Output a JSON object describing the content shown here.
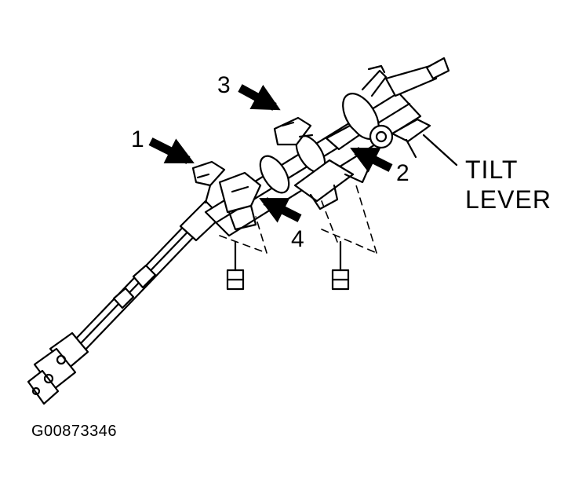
{
  "diagram": {
    "callouts": [
      "1",
      "2",
      "3",
      "4"
    ],
    "tilt_lever_label": [
      "TILT",
      "LEVER"
    ],
    "figure_id": "G00873346"
  },
  "colors": {
    "ink": "#000000",
    "background": "#ffffff"
  }
}
